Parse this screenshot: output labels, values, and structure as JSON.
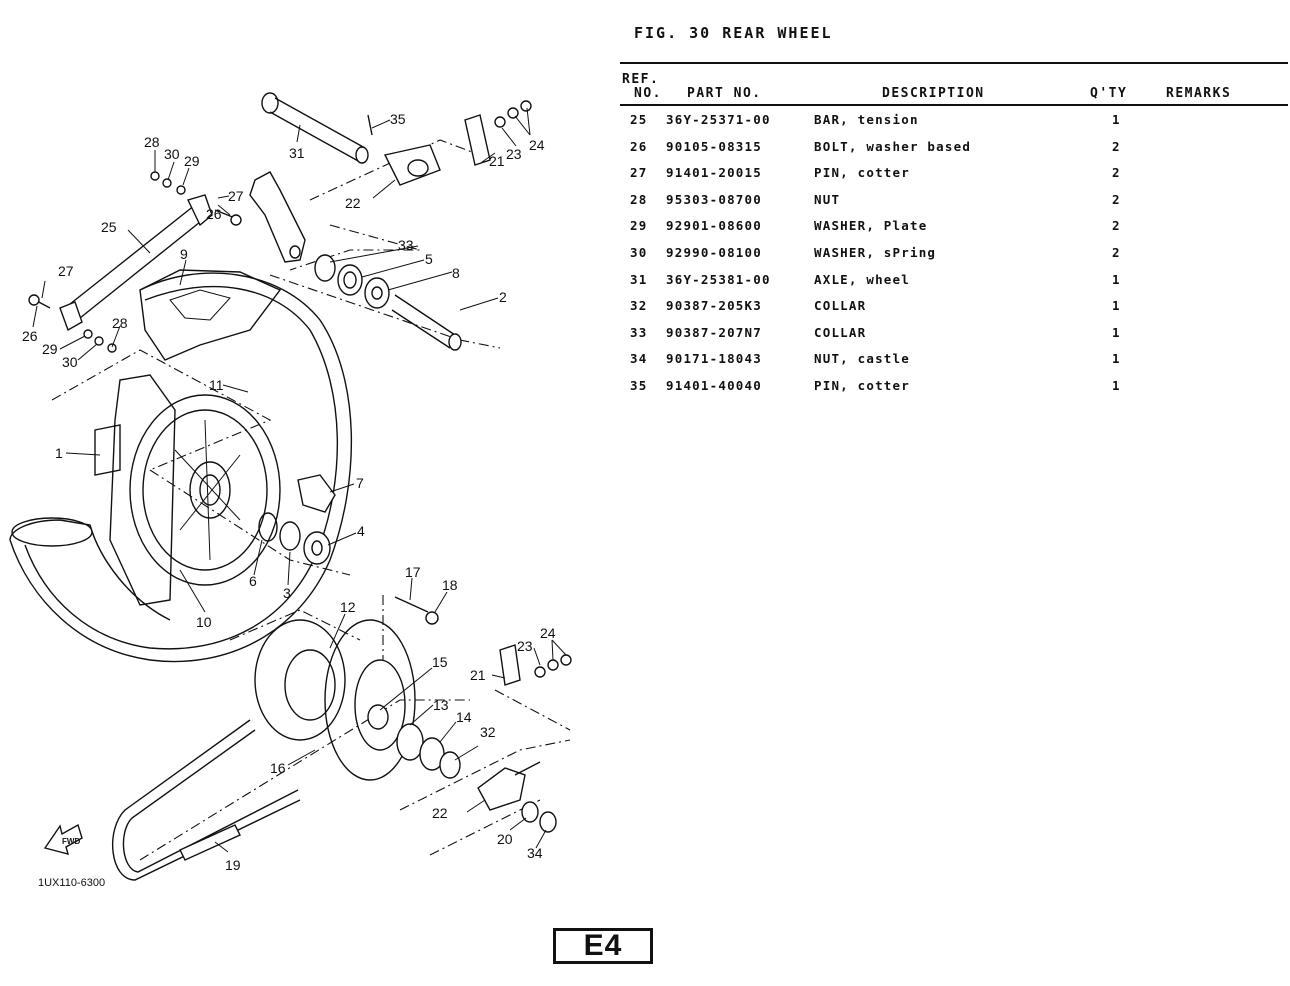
{
  "figure": {
    "title": "FIG. 30  REAR WHEEL",
    "drawing_code": "1UX110-6300",
    "page_badge": "E4",
    "direction_indicator": "FWD"
  },
  "table": {
    "columns": {
      "ref_line1": "REF.",
      "ref_line2": "NO.",
      "part_no": "PART NO.",
      "description": "DESCRIPTION",
      "qty": "Q'TY",
      "remarks": "REMARKS"
    },
    "rows": [
      {
        "ref": "25",
        "part_no": "36Y-25371-00",
        "description": "BAR, tension",
        "qty": "1",
        "remarks": ""
      },
      {
        "ref": "26",
        "part_no": "90105-08315",
        "description": "BOLT, washer based",
        "qty": "2",
        "remarks": ""
      },
      {
        "ref": "27",
        "part_no": "91401-20015",
        "description": "PIN, cotter",
        "qty": "2",
        "remarks": ""
      },
      {
        "ref": "28",
        "part_no": "95303-08700",
        "description": "NUT",
        "qty": "2",
        "remarks": ""
      },
      {
        "ref": "29",
        "part_no": "92901-08600",
        "description": "WASHER, Plate",
        "qty": "2",
        "remarks": ""
      },
      {
        "ref": "30",
        "part_no": "92990-08100",
        "description": "WASHER, sPring",
        "qty": "2",
        "remarks": ""
      },
      {
        "ref": "31",
        "part_no": "36Y-25381-00",
        "description": "AXLE, wheel",
        "qty": "1",
        "remarks": ""
      },
      {
        "ref": "32",
        "part_no": "90387-205K3",
        "description": "COLLAR",
        "qty": "1",
        "remarks": ""
      },
      {
        "ref": "33",
        "part_no": "90387-207N7",
        "description": "COLLAR",
        "qty": "1",
        "remarks": ""
      },
      {
        "ref": "34",
        "part_no": "90171-18043",
        "description": "NUT, castle",
        "qty": "1",
        "remarks": ""
      },
      {
        "ref": "35",
        "part_no": "91401-40040",
        "description": "PIN, cotter",
        "qty": "1",
        "remarks": ""
      }
    ]
  },
  "diagram": {
    "callouts": [
      {
        "label": "1"
      },
      {
        "label": "2"
      },
      {
        "label": "3"
      },
      {
        "label": "4"
      },
      {
        "label": "5"
      },
      {
        "label": "6"
      },
      {
        "label": "7"
      },
      {
        "label": "8"
      },
      {
        "label": "9"
      },
      {
        "label": "10"
      },
      {
        "label": "11"
      },
      {
        "label": "12"
      },
      {
        "label": "13"
      },
      {
        "label": "14"
      },
      {
        "label": "15"
      },
      {
        "label": "16"
      },
      {
        "label": "17"
      },
      {
        "label": "18"
      },
      {
        "label": "19"
      },
      {
        "label": "20"
      },
      {
        "label": "21"
      },
      {
        "label": "22"
      },
      {
        "label": "23"
      },
      {
        "label": "24"
      },
      {
        "label": "25"
      },
      {
        "label": "26"
      },
      {
        "label": "27"
      },
      {
        "label": "28"
      },
      {
        "label": "29"
      },
      {
        "label": "30"
      },
      {
        "label": "31"
      },
      {
        "label": "32"
      },
      {
        "label": "33"
      },
      {
        "label": "35"
      },
      {
        "label": "21"
      },
      {
        "label": "22"
      },
      {
        "label": "23"
      },
      {
        "label": "24"
      },
      {
        "label": "26"
      },
      {
        "label": "27"
      },
      {
        "label": "28"
      },
      {
        "label": "29"
      },
      {
        "label": "30"
      },
      {
        "label": "34"
      }
    ]
  }
}
